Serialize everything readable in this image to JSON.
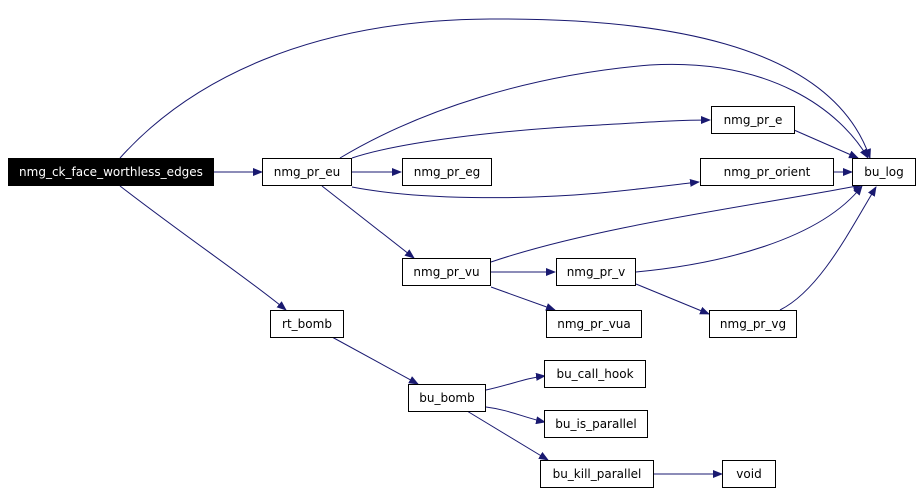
{
  "graph": {
    "colors": {
      "edge": "#191970",
      "node_border": "#000000",
      "node_fill": "#ffffff",
      "root_fill": "#000000",
      "root_text": "#ffffff"
    },
    "nodes": {
      "nmg_ck_face_worthless_edges": "nmg_ck_face_worthless_edges",
      "nmg_pr_eu": "nmg_pr_eu",
      "nmg_pr_eg": "nmg_pr_eg",
      "nmg_pr_e": "nmg_pr_e",
      "nmg_pr_orient": "nmg_pr_orient",
      "bu_log": "bu_log",
      "nmg_pr_vu": "nmg_pr_vu",
      "nmg_pr_v": "nmg_pr_v",
      "nmg_pr_vua": "nmg_pr_vua",
      "nmg_pr_vg": "nmg_pr_vg",
      "rt_bomb": "rt_bomb",
      "bu_bomb": "bu_bomb",
      "bu_call_hook": "bu_call_hook",
      "bu_is_parallel": "bu_is_parallel",
      "bu_kill_parallel": "bu_kill_parallel",
      "void": "void"
    },
    "edges": [
      [
        "nmg_ck_face_worthless_edges",
        "nmg_pr_eu"
      ],
      [
        "nmg_ck_face_worthless_edges",
        "bu_log"
      ],
      [
        "nmg_ck_face_worthless_edges",
        "rt_bomb"
      ],
      [
        "nmg_pr_eu",
        "nmg_pr_eg"
      ],
      [
        "nmg_pr_eu",
        "nmg_pr_e"
      ],
      [
        "nmg_pr_eu",
        "nmg_pr_orient"
      ],
      [
        "nmg_pr_eu",
        "bu_log"
      ],
      [
        "nmg_pr_eu",
        "nmg_pr_vu"
      ],
      [
        "nmg_pr_e",
        "bu_log"
      ],
      [
        "nmg_pr_orient",
        "bu_log"
      ],
      [
        "nmg_pr_vu",
        "bu_log"
      ],
      [
        "nmg_pr_vu",
        "nmg_pr_v"
      ],
      [
        "nmg_pr_vu",
        "nmg_pr_vua"
      ],
      [
        "nmg_pr_v",
        "bu_log"
      ],
      [
        "nmg_pr_v",
        "nmg_pr_vg"
      ],
      [
        "nmg_pr_vg",
        "bu_log"
      ],
      [
        "rt_bomb",
        "bu_bomb"
      ],
      [
        "bu_bomb",
        "bu_call_hook"
      ],
      [
        "bu_bomb",
        "bu_is_parallel"
      ],
      [
        "bu_bomb",
        "bu_kill_parallel"
      ],
      [
        "bu_kill_parallel",
        "void"
      ]
    ]
  }
}
